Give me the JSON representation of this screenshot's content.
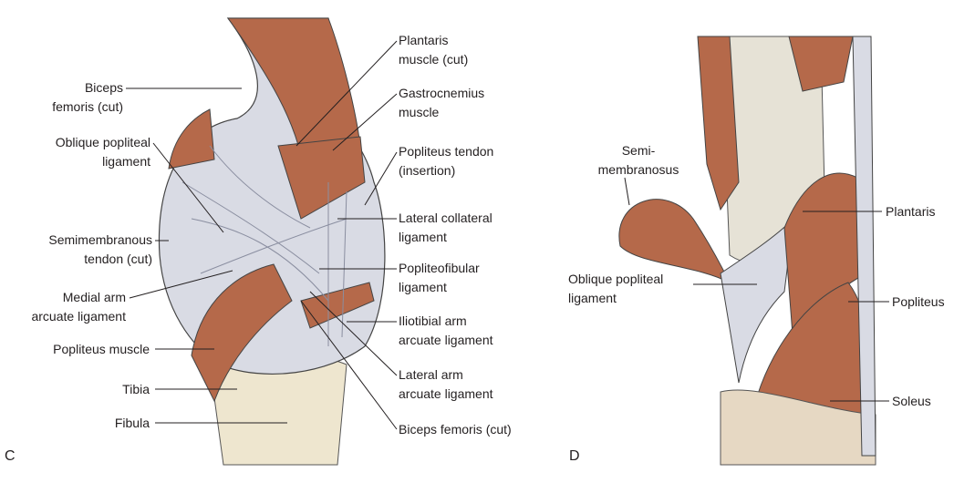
{
  "panels": {
    "c": {
      "letter": "C",
      "left_labels": [
        {
          "l1": "Biceps",
          "l2": "femoris (cut)"
        },
        {
          "l1": "Oblique popliteal",
          "l2": "ligament"
        },
        {
          "l1": "Semimembranous",
          "l2": "tendon (cut)"
        },
        {
          "l1": "Medial arm",
          "l2": "arcuate ligament"
        },
        {
          "l1": "Popliteus muscle"
        },
        {
          "l1": "Tibia"
        },
        {
          "l1": "Fibula"
        }
      ],
      "right_labels": [
        {
          "l1": "Plantaris",
          "l2": "muscle (cut)"
        },
        {
          "l1": "Gastrocnemius",
          "l2": "muscle"
        },
        {
          "l1": "Popliteus tendon",
          "l2": "(insertion)"
        },
        {
          "l1": "Lateral collateral",
          "l2": "ligament"
        },
        {
          "l1": "Popliteofibular",
          "l2": "ligament"
        },
        {
          "l1": "Iliotibial arm",
          "l2": "arcuate ligament"
        },
        {
          "l1": "Lateral arm",
          "l2": "arcuate ligament"
        },
        {
          "l1": "Biceps femoris (cut)"
        }
      ]
    },
    "d": {
      "letter": "D",
      "labels": [
        {
          "l1": "Semi-",
          "l2": "membranosus"
        },
        {
          "l1": "Oblique popliteal",
          "l2": "ligament"
        },
        {
          "l1": "Plantaris"
        },
        {
          "l1": "Popliteus"
        },
        {
          "l1": "Soleus"
        }
      ]
    }
  },
  "colors": {
    "muscle": "#b5694a",
    "ligament": "#d9dbe4",
    "bone": "#eee6cf",
    "line": "#231f20"
  }
}
